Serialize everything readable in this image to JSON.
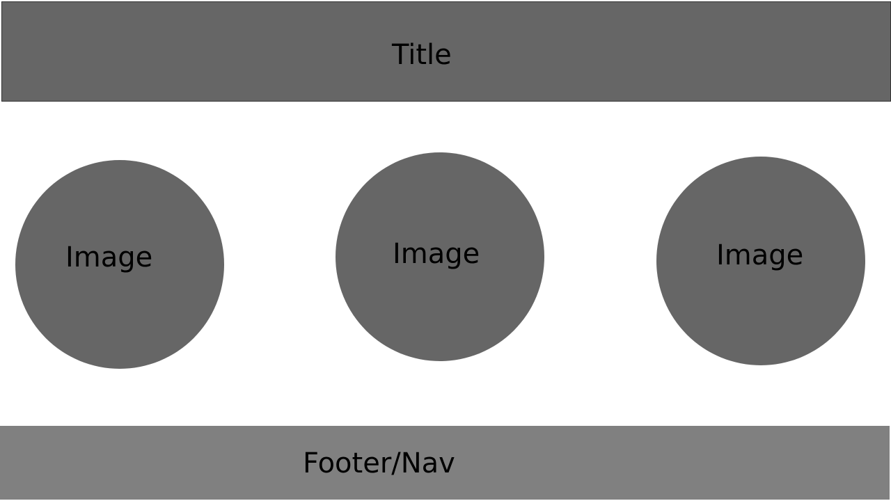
{
  "header": {
    "title": "Title"
  },
  "main": {
    "images": [
      {
        "label": "Image"
      },
      {
        "label": "Image"
      },
      {
        "label": "Image"
      }
    ]
  },
  "footer": {
    "label": "Footer/Nav"
  },
  "colors": {
    "title_bar": "#666666",
    "image_placeholder": "#666666",
    "footer_bar": "#808080",
    "background": "#ffffff",
    "text": "#000000"
  }
}
